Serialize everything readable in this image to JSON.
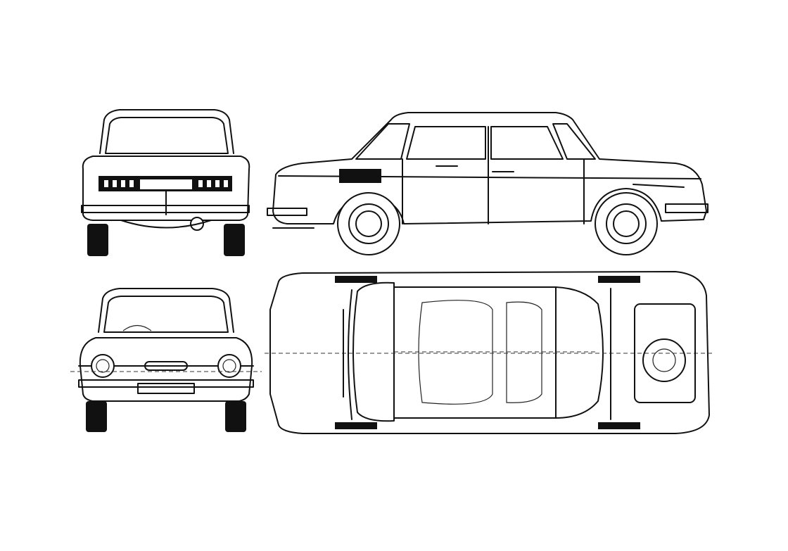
{
  "diagram": {
    "views": [
      "rear-view",
      "side-view",
      "front-view",
      "top-view"
    ],
    "colors": {
      "line": "#111111",
      "background": "#ffffff"
    }
  }
}
